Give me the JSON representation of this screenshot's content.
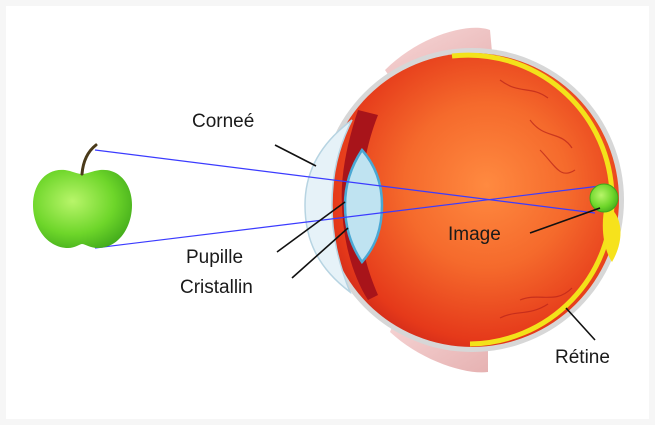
{
  "labels": {
    "cornea": "Corneé",
    "pupil": "Pupille",
    "lens": "Cristallin",
    "image": "Image",
    "retina": "Rétine"
  },
  "colors": {
    "eyeball": "#e8361a",
    "sclera_edge": "#c9c9c9",
    "retina_yellow": "#f3e21a",
    "lens_blue": "#bfe3f1",
    "apple_green": "#6ed62a",
    "light_rays": "#3b3bff",
    "eyelid": "#f2c9c9"
  },
  "icons": [
    "apple-icon",
    "eye-illustration"
  ]
}
